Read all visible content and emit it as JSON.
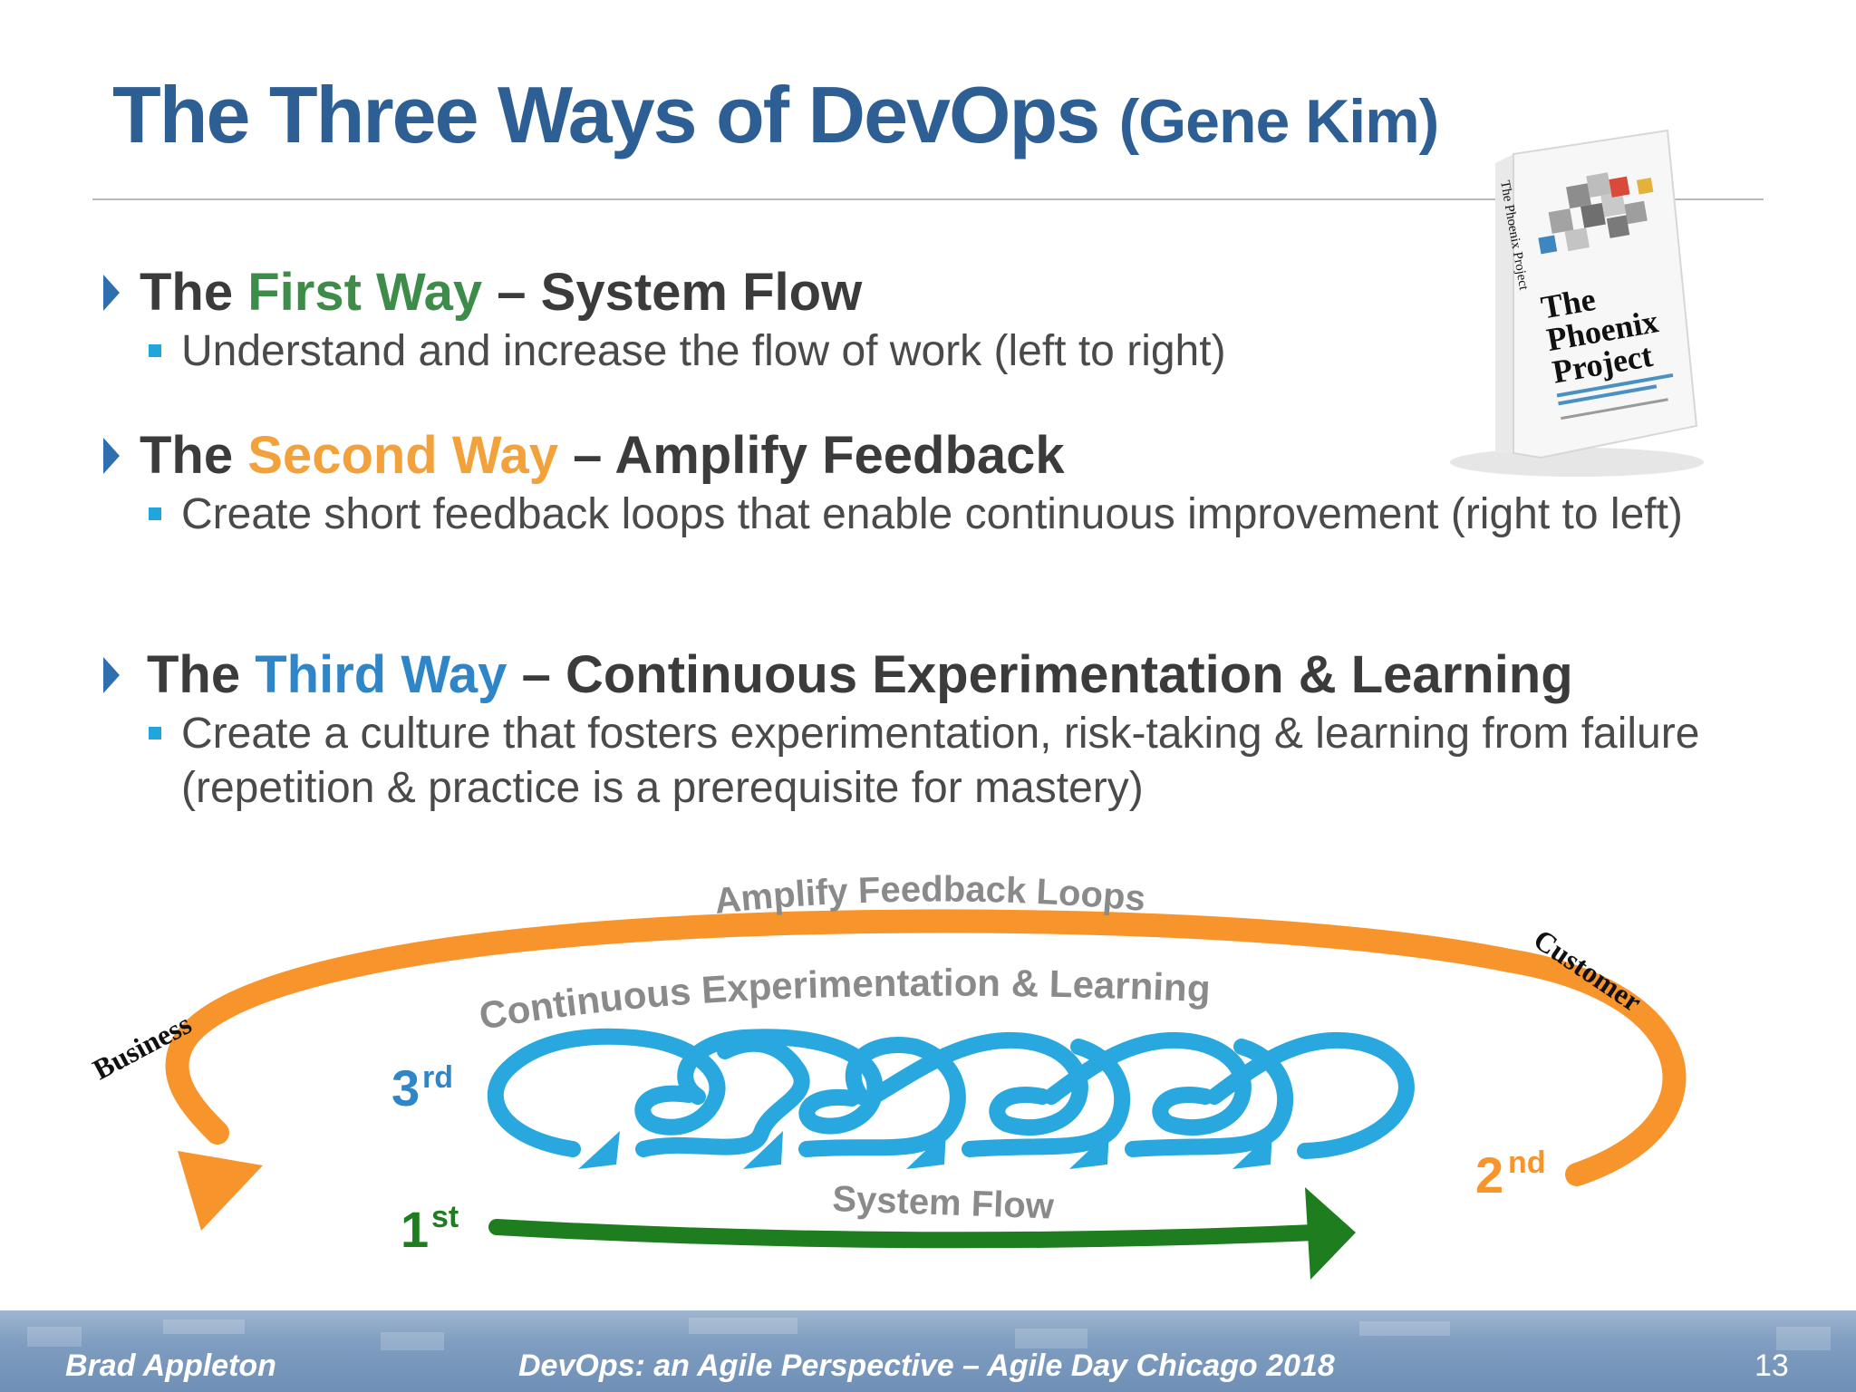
{
  "slide": {
    "title_main": "The Three Ways of DevOps",
    "title_sub": "(Gene Kim)"
  },
  "ways": [
    {
      "prefix": "The",
      "keyword": "First Way",
      "suffix": "– System Flow",
      "text": "Understand and increase the flow of work (left to right)"
    },
    {
      "prefix": "The",
      "keyword": "Second Way",
      "suffix": "– Amplify Feedback",
      "text": "Create short feedback loops that enable continuous improvement (right to left)"
    },
    {
      "prefix": "The",
      "keyword": "Third Way",
      "suffix": "– Continuous Experimentation & Learning",
      "text": "Create a culture that fosters experimentation, risk-taking & learning from failure (repetition & practice is a prerequisite for mastery)"
    }
  ],
  "book": {
    "spine": "The Phoenix Project",
    "title_line1": "The",
    "title_line2": "Phoenix",
    "title_line3": "Project"
  },
  "diagram": {
    "feedback_label": "Amplify Feedback Loops",
    "experiment_label": "Continuous Experimentation & Learning",
    "flow_label": "System Flow",
    "business": "Business",
    "customer": "Customer",
    "first": "1",
    "first_sup": "st",
    "second": "2",
    "second_sup": "nd",
    "third": "3",
    "third_sup": "rd"
  },
  "footer": {
    "author": "Brad Appleton",
    "talk": "DevOps: an Agile Perspective – Agile Day Chicago 2018",
    "page": "13"
  },
  "colors": {
    "title": "#2e5f94",
    "first_way": "#3e8c4a",
    "second_way": "#f3a13b",
    "third_way": "#2e86c8",
    "feedback_loop": "#f7952c",
    "experiment_loop": "#29a8e0",
    "flow_arrow": "#1e7d1e"
  }
}
